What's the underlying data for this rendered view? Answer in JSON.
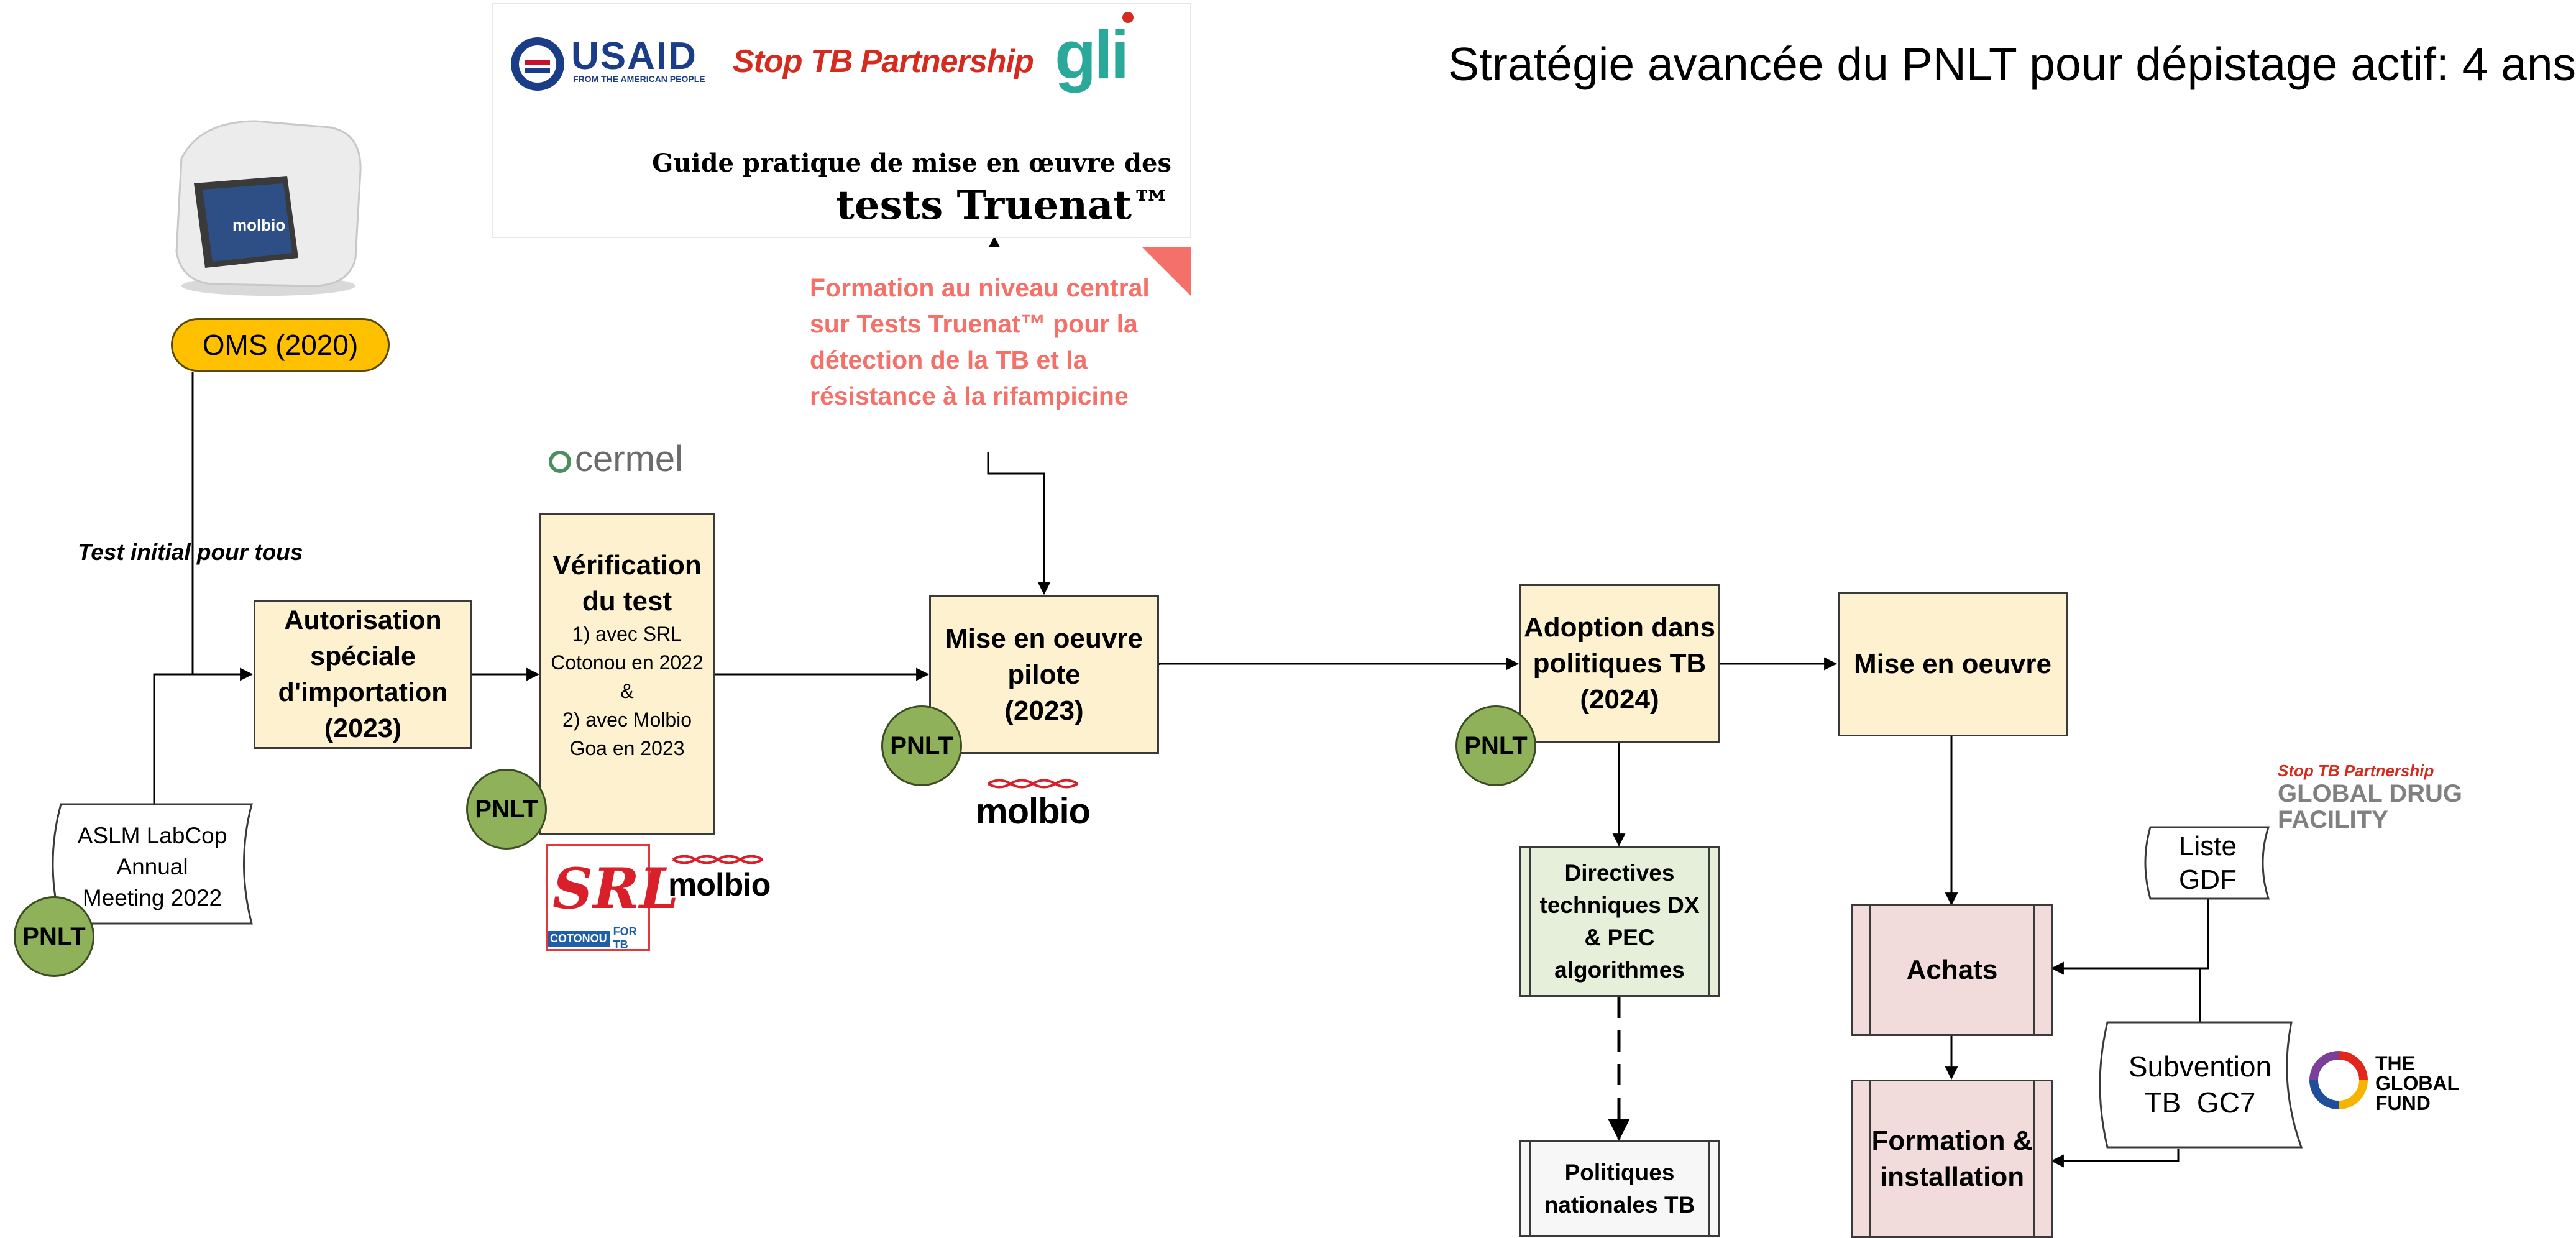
{
  "title": "Stratégie avancée du PNLT pour dépistage actif: 4 ans",
  "oms_label": "OMS (2020)",
  "test_initial_label": "Test initial pour tous",
  "guide": {
    "line1": "Guide pratique de mise en œuvre des",
    "line2": "tests Truenat™",
    "logo_usaid": "USAID",
    "logo_usaid_sub": "FROM THE AMERICAN PEOPLE",
    "logo_stoptb": "Stop TB Partnership",
    "logo_gli": "gli"
  },
  "formation_central": "Formation au niveau central sur Tests Truenat™ pour la détection de la TB et la résistance à la rifampicine",
  "cermel_logo": "cermel",
  "aslm": {
    "line1": "ASLM LabCop",
    "line2": "Annual",
    "line3": "Meeting 2022"
  },
  "autorisation": {
    "line1": "Autorisation",
    "line2": "spéciale",
    "line3": "d'importation",
    "line4": "(2023)"
  },
  "verification": {
    "title1": "Vérification",
    "title2": "du test",
    "l1": "1) avec SRL",
    "l2": "Cotonou en 2022",
    "l3": "&",
    "l4": "2) avec Molbio",
    "l5": "Goa en 2023"
  },
  "pilote": {
    "line1": "Mise en oeuvre",
    "line2": "pilote",
    "line3": "(2023)"
  },
  "adoption": {
    "line1": "Adoption dans",
    "line2": "politiques TB",
    "line3": "(2024)"
  },
  "mise_en_oeuvre": "Mise en oeuvre",
  "directives": {
    "line1": "Directives",
    "line2": "techniques DX",
    "line3": "& PEC",
    "line4": "algorithmes"
  },
  "politiques": {
    "line1": "Politiques",
    "line2": "nationales TB"
  },
  "achats": "Achats",
  "formation_installation": {
    "line1": "Formation &",
    "line2": "installation"
  },
  "liste_gdf": {
    "line1": "Liste",
    "line2": "GDF"
  },
  "subvention": {
    "line1": "Subvention",
    "line2": "TB  GC7"
  },
  "pnlt": "PNLT",
  "molbio_logo": "molbio",
  "srl_logo": {
    "main": "SRL",
    "sub1": "COTONOU",
    "sub2": "FOR TB"
  },
  "gdf_logo": {
    "line1": "Stop TB Partnership",
    "line2": "GLOBAL DRUG",
    "line3": "FACILITY"
  },
  "global_fund_logo": {
    "line1": "THE",
    "line2": "GLOBAL",
    "line3": "FUND"
  },
  "device_screen_text": "molbio",
  "colors": {
    "box_yellow": "#fdf1cf",
    "box_green": "#e6efda",
    "box_pink": "#f1dcdb",
    "oms_fill": "#ffc000",
    "pnlt_fill": "#8fb15a",
    "formation_text": "#f4716a"
  }
}
